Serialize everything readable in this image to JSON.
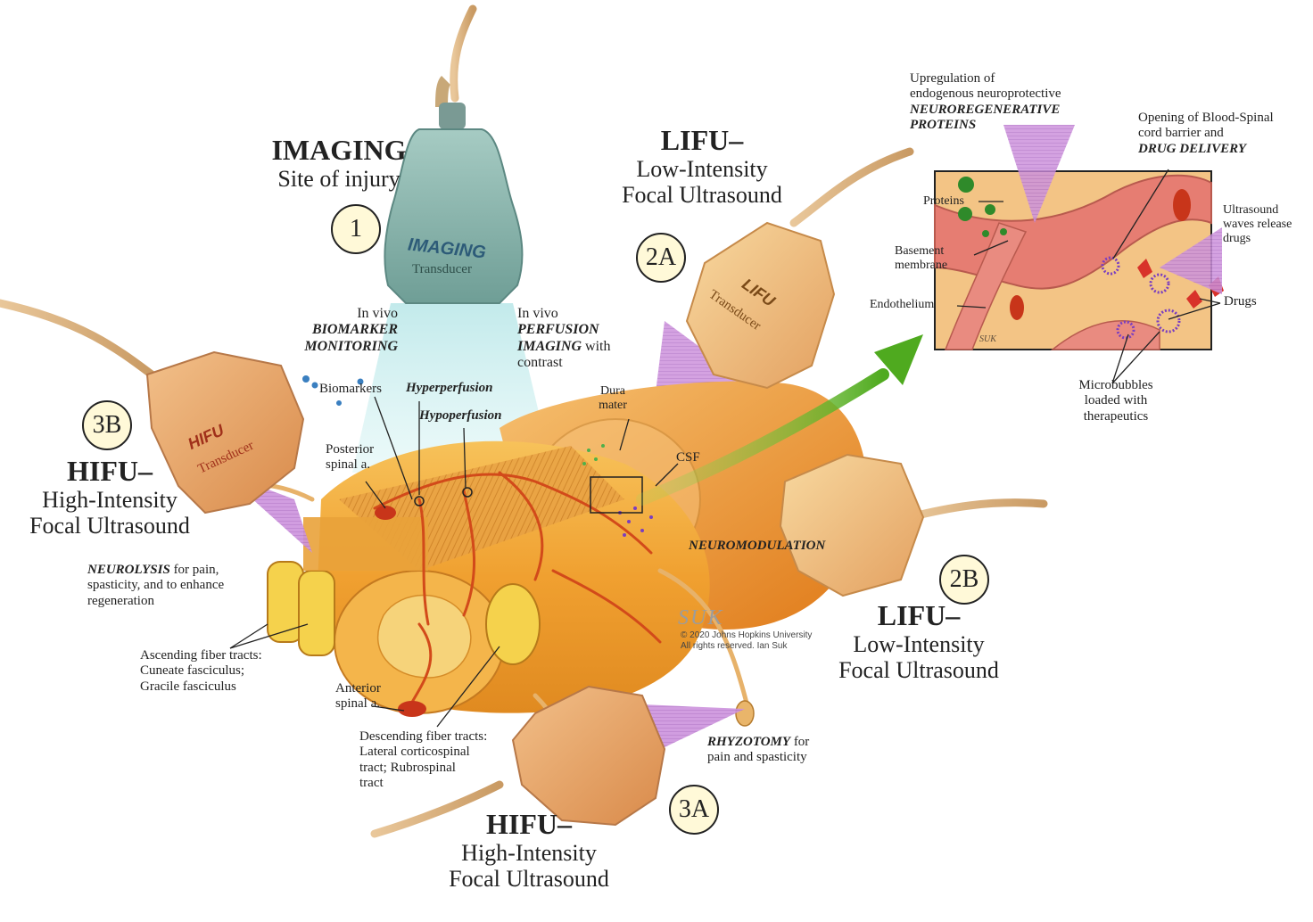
{
  "imaging": {
    "title": "IMAGING",
    "subtitle": "Site of injury",
    "number": "1",
    "transducer_brand": "IMAGING",
    "transducer_label": "Transducer"
  },
  "lifu_top": {
    "title": "LIFU–",
    "line1": "Low-Intensity",
    "line2": "Focal Ultrasound",
    "number": "2A",
    "transducer_brand": "LIFU",
    "transducer_label": "Transducer"
  },
  "lifu_right": {
    "title": "LIFU–",
    "line1": "Low-Intensity",
    "line2": "Focal Ultrasound",
    "number": "2B"
  },
  "hifu_left": {
    "title": "HIFU–",
    "line1": "High-Intensity",
    "line2": "Focal Ultrasound",
    "number": "3B",
    "transducer_brand": "HIFU",
    "transducer_label": "Transducer"
  },
  "hifu_bottom": {
    "title": "HIFU–",
    "line1": "High-Intensity",
    "line2": "Focal Ultrasound",
    "number": "3A"
  },
  "labels": {
    "biomarker_l1": "In vivo",
    "biomarker_l2": "BIOMARKER",
    "biomarker_l3": "MONITORING",
    "perfusion_l1": "In vivo",
    "perfusion_l2": "PERFUSION",
    "perfusion_l3a": "IMAGING",
    "perfusion_l3b": " with",
    "perfusion_l4": "contrast",
    "biomarkers": "Biomarkers",
    "hyperperfusion": "Hyperperfusion",
    "hypoperfusion": "Hypoperfusion",
    "dura_l1": "Dura",
    "dura_l2": "mater",
    "csf": "CSF",
    "posterior_l1": "Posterior",
    "posterior_l2": "spinal a.",
    "neuromodulation": "NEUROMODULATION",
    "neurolysis_em": "NEUROLYSIS",
    "neurolysis_l1": " for pain,",
    "neurolysis_l2": "spasticity, and to enhance",
    "neurolysis_l3": "regeneration",
    "ascending_l1": "Ascending fiber tracts:",
    "ascending_l2": "Cuneate fasciculus;",
    "ascending_l3": "Gracile fasciculus",
    "anterior_l1": "Anterior",
    "anterior_l2": "spinal a.",
    "descending_l1": "Descending fiber tracts:",
    "descending_l2": "Lateral corticospinal",
    "descending_l3": "tract; Rubrospinal",
    "descending_l4": "tract",
    "rhyzotomy_em": "RHYZOTOMY",
    "rhyzotomy_l1": " for",
    "rhyzotomy_l2": "pain and spasticity",
    "upreg_l1": "Upregulation of",
    "upreg_l2": "endogenous neuroprotective",
    "upreg_l3": "NEUROREGENERATIVE",
    "upreg_l4": "PROTEINS",
    "bsc_l1": "Opening of Blood-Spinal",
    "bsc_l2": "cord barrier and",
    "bsc_l3": "DRUG DELIVERY",
    "proteins": "Proteins",
    "basement_l1": "Basement",
    "basement_l2": "membrane",
    "endothelium": "Endothelium",
    "usw_l1": "Ultrasound",
    "usw_l2": "waves release",
    "usw_l3": "drugs",
    "drugs": "Drugs",
    "micro_l1": "Microbubbles",
    "micro_l2": "loaded with",
    "micro_l3": "therapeutics"
  },
  "credit": {
    "signature": "SUK",
    "line1": "© 2020 Johns Hopkins University",
    "line2": "All rights reserved. Ian Suk"
  },
  "inset_signature": "SUK",
  "colors": {
    "accent_arrow": "#4faa1f",
    "transducer": "#efbe7a",
    "imaging_transducer": "#8fb8b0",
    "beam_purple": "#c58ad8",
    "cord": "#f2a43a"
  }
}
